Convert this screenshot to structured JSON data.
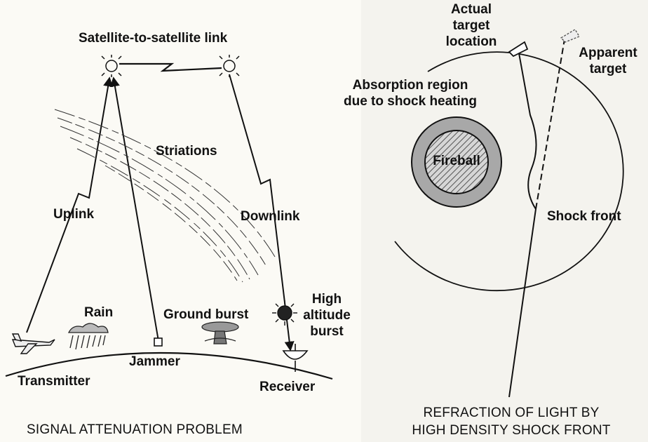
{
  "left_panel": {
    "sat_link": "Satellite-to-satellite link",
    "striations": "Striations",
    "uplink": "Uplink",
    "downlink": "Downlink",
    "rain": "Rain",
    "ground_burst": "Ground burst",
    "high_alt": [
      "High",
      "altitude",
      "burst"
    ],
    "jammer": "Jammer",
    "transmitter": "Transmitter",
    "receiver": "Receiver",
    "caption": "SIGNAL ATTENUATION PROBLEM"
  },
  "right_panel": {
    "actual_target": [
      "Actual",
      "target",
      "location"
    ],
    "apparent_target": [
      "Apparent",
      "target"
    ],
    "absorption": [
      "Absorption region",
      "due to shock heating"
    ],
    "fireball": "Fireball",
    "shock_front": "Shock front",
    "caption": [
      "REFRACTION OF LIGHT BY",
      "HIGH DENSITY SHOCK FRONT"
    ]
  }
}
